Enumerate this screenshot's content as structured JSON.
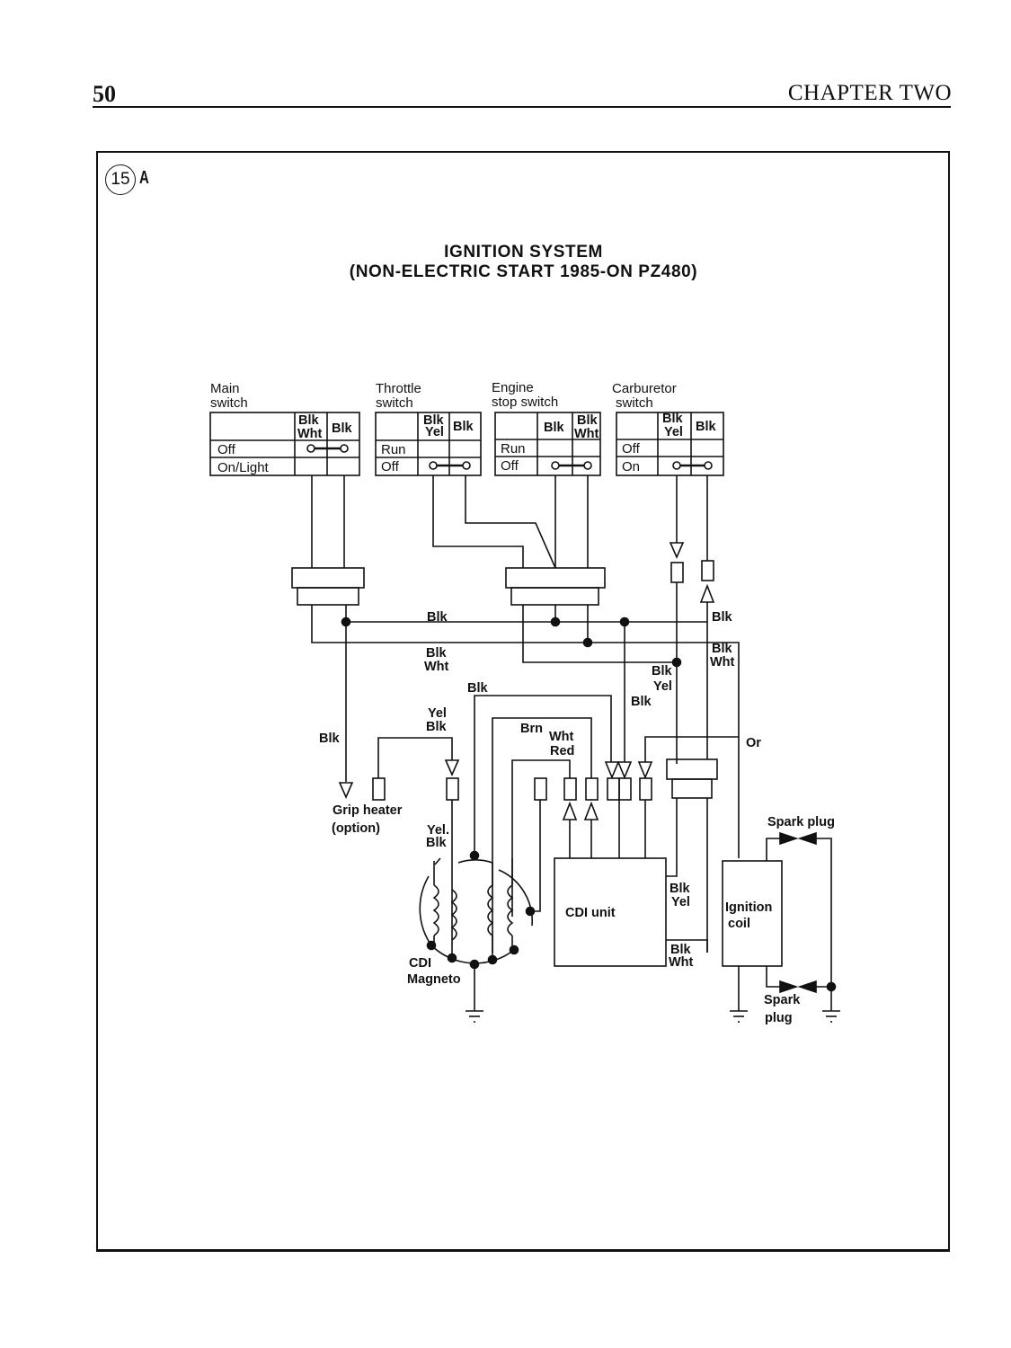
{
  "header": {
    "page_number": "50",
    "chapter": "CHAPTER TWO"
  },
  "figure": {
    "number": "15",
    "letter": "A",
    "title_line1": "IGNITION SYSTEM",
    "title_line2": "(NON-ELECTRIC START 1985-ON PZ480)"
  },
  "switches": [
    {
      "name": "Main switch",
      "label_line1": "Main",
      "label_line2": "switch",
      "columns": [
        [
          "Blk",
          "Wht"
        ],
        [
          "Blk"
        ]
      ],
      "rows": [
        "Off",
        "On/Light"
      ],
      "connected_row": "Off"
    },
    {
      "name": "Throttle switch",
      "label_line1": "Throttle",
      "label_line2": "switch",
      "columns": [
        [
          "Blk",
          "Yel"
        ],
        [
          "Blk"
        ]
      ],
      "rows": [
        "Run",
        "Off"
      ],
      "connected_row": "Off"
    },
    {
      "name": "Engine stop switch",
      "label_line1": "Engine",
      "label_line2": "stop switch",
      "columns": [
        [
          "Blk"
        ],
        [
          "Blk",
          "Wht"
        ]
      ],
      "rows": [
        "Run",
        "Off"
      ],
      "connected_row": "Off"
    },
    {
      "name": "Carburetor switch",
      "label_line1": "Carburetor",
      "label_line2": "switch",
      "columns": [
        [
          "Blk",
          "Yel"
        ],
        [
          "Blk"
        ]
      ],
      "rows": [
        "Off",
        "On"
      ],
      "connected_row": "On"
    }
  ],
  "wire_labels": {
    "blk_bus": "Blk",
    "blk_right": "Blk",
    "blkwht_bus_1": "Blk",
    "blkwht_bus_2": "Wht",
    "blkwht_right_1": "Blk",
    "blkwht_right_2": "Wht",
    "blkyel_mid_1": "Blk",
    "blkyel_mid_2": "Yel",
    "blk_mid": "Blk",
    "blk_loop": "Blk",
    "yelblk_1": "Yel",
    "yelblk_2": "Blk",
    "blk_left": "Blk",
    "brn": "Brn",
    "whtred_1": "Wht",
    "whtred_2": "Red",
    "or": "Or",
    "yelblk_mag_1": "Yel.",
    "yelblk_mag_2": "Blk",
    "cdi_blkyel_1": "Blk",
    "cdi_blkyel_2": "Yel",
    "cdi_blkwht_1": "Blk",
    "cdi_blkwht_2": "Wht"
  },
  "components": {
    "grip_heater_1": "Grip heater",
    "grip_heater_2": "(option)",
    "magneto_1": "CDI",
    "magneto_2": "Magneto",
    "cdi_unit": "CDI unit",
    "ignition_coil_1": "Ignition",
    "ignition_coil_2": "coil",
    "spark_plug_top": "Spark plug",
    "spark_plug_bottom_1": "Spark",
    "spark_plug_bottom_2": "plug"
  }
}
